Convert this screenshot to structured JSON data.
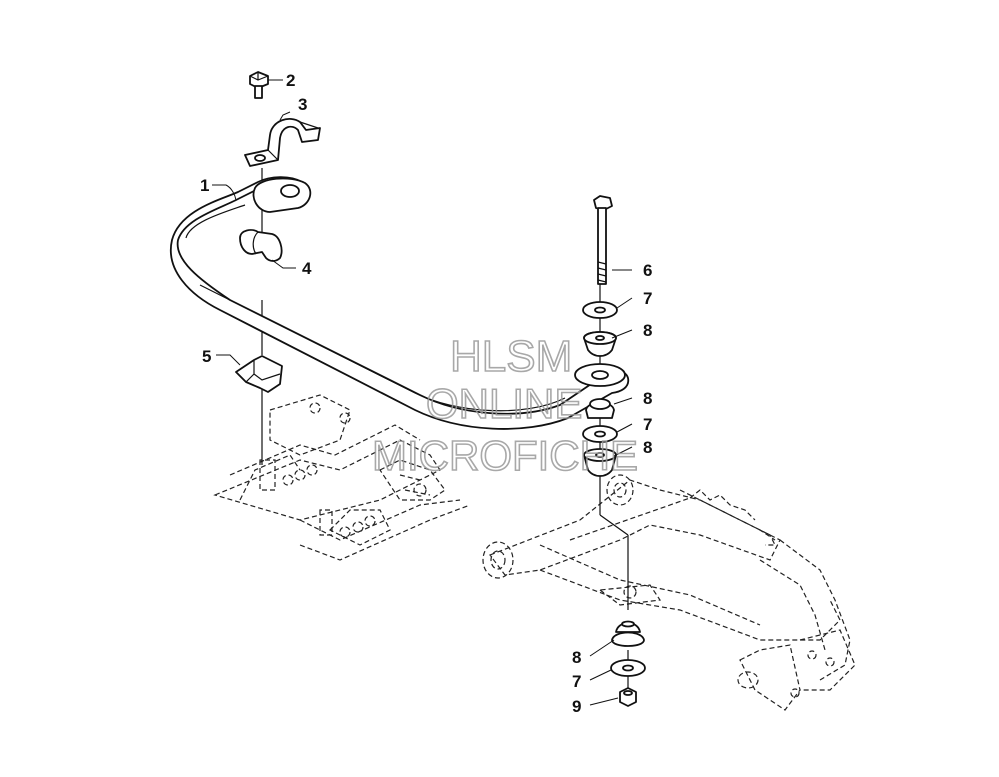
{
  "callouts": {
    "c1": "1",
    "c2": "2",
    "c3": "3",
    "c4": "4",
    "c5": "5",
    "c6": "6",
    "c7a": "7",
    "c8a": "8",
    "c8b": "8",
    "c7b": "7",
    "c8c": "8",
    "c8d": "8",
    "c7c": "7",
    "c9": "9"
  },
  "watermark": {
    "line1": "HLSM",
    "line2": "ONLINE",
    "line3": "MICROFICHE"
  }
}
